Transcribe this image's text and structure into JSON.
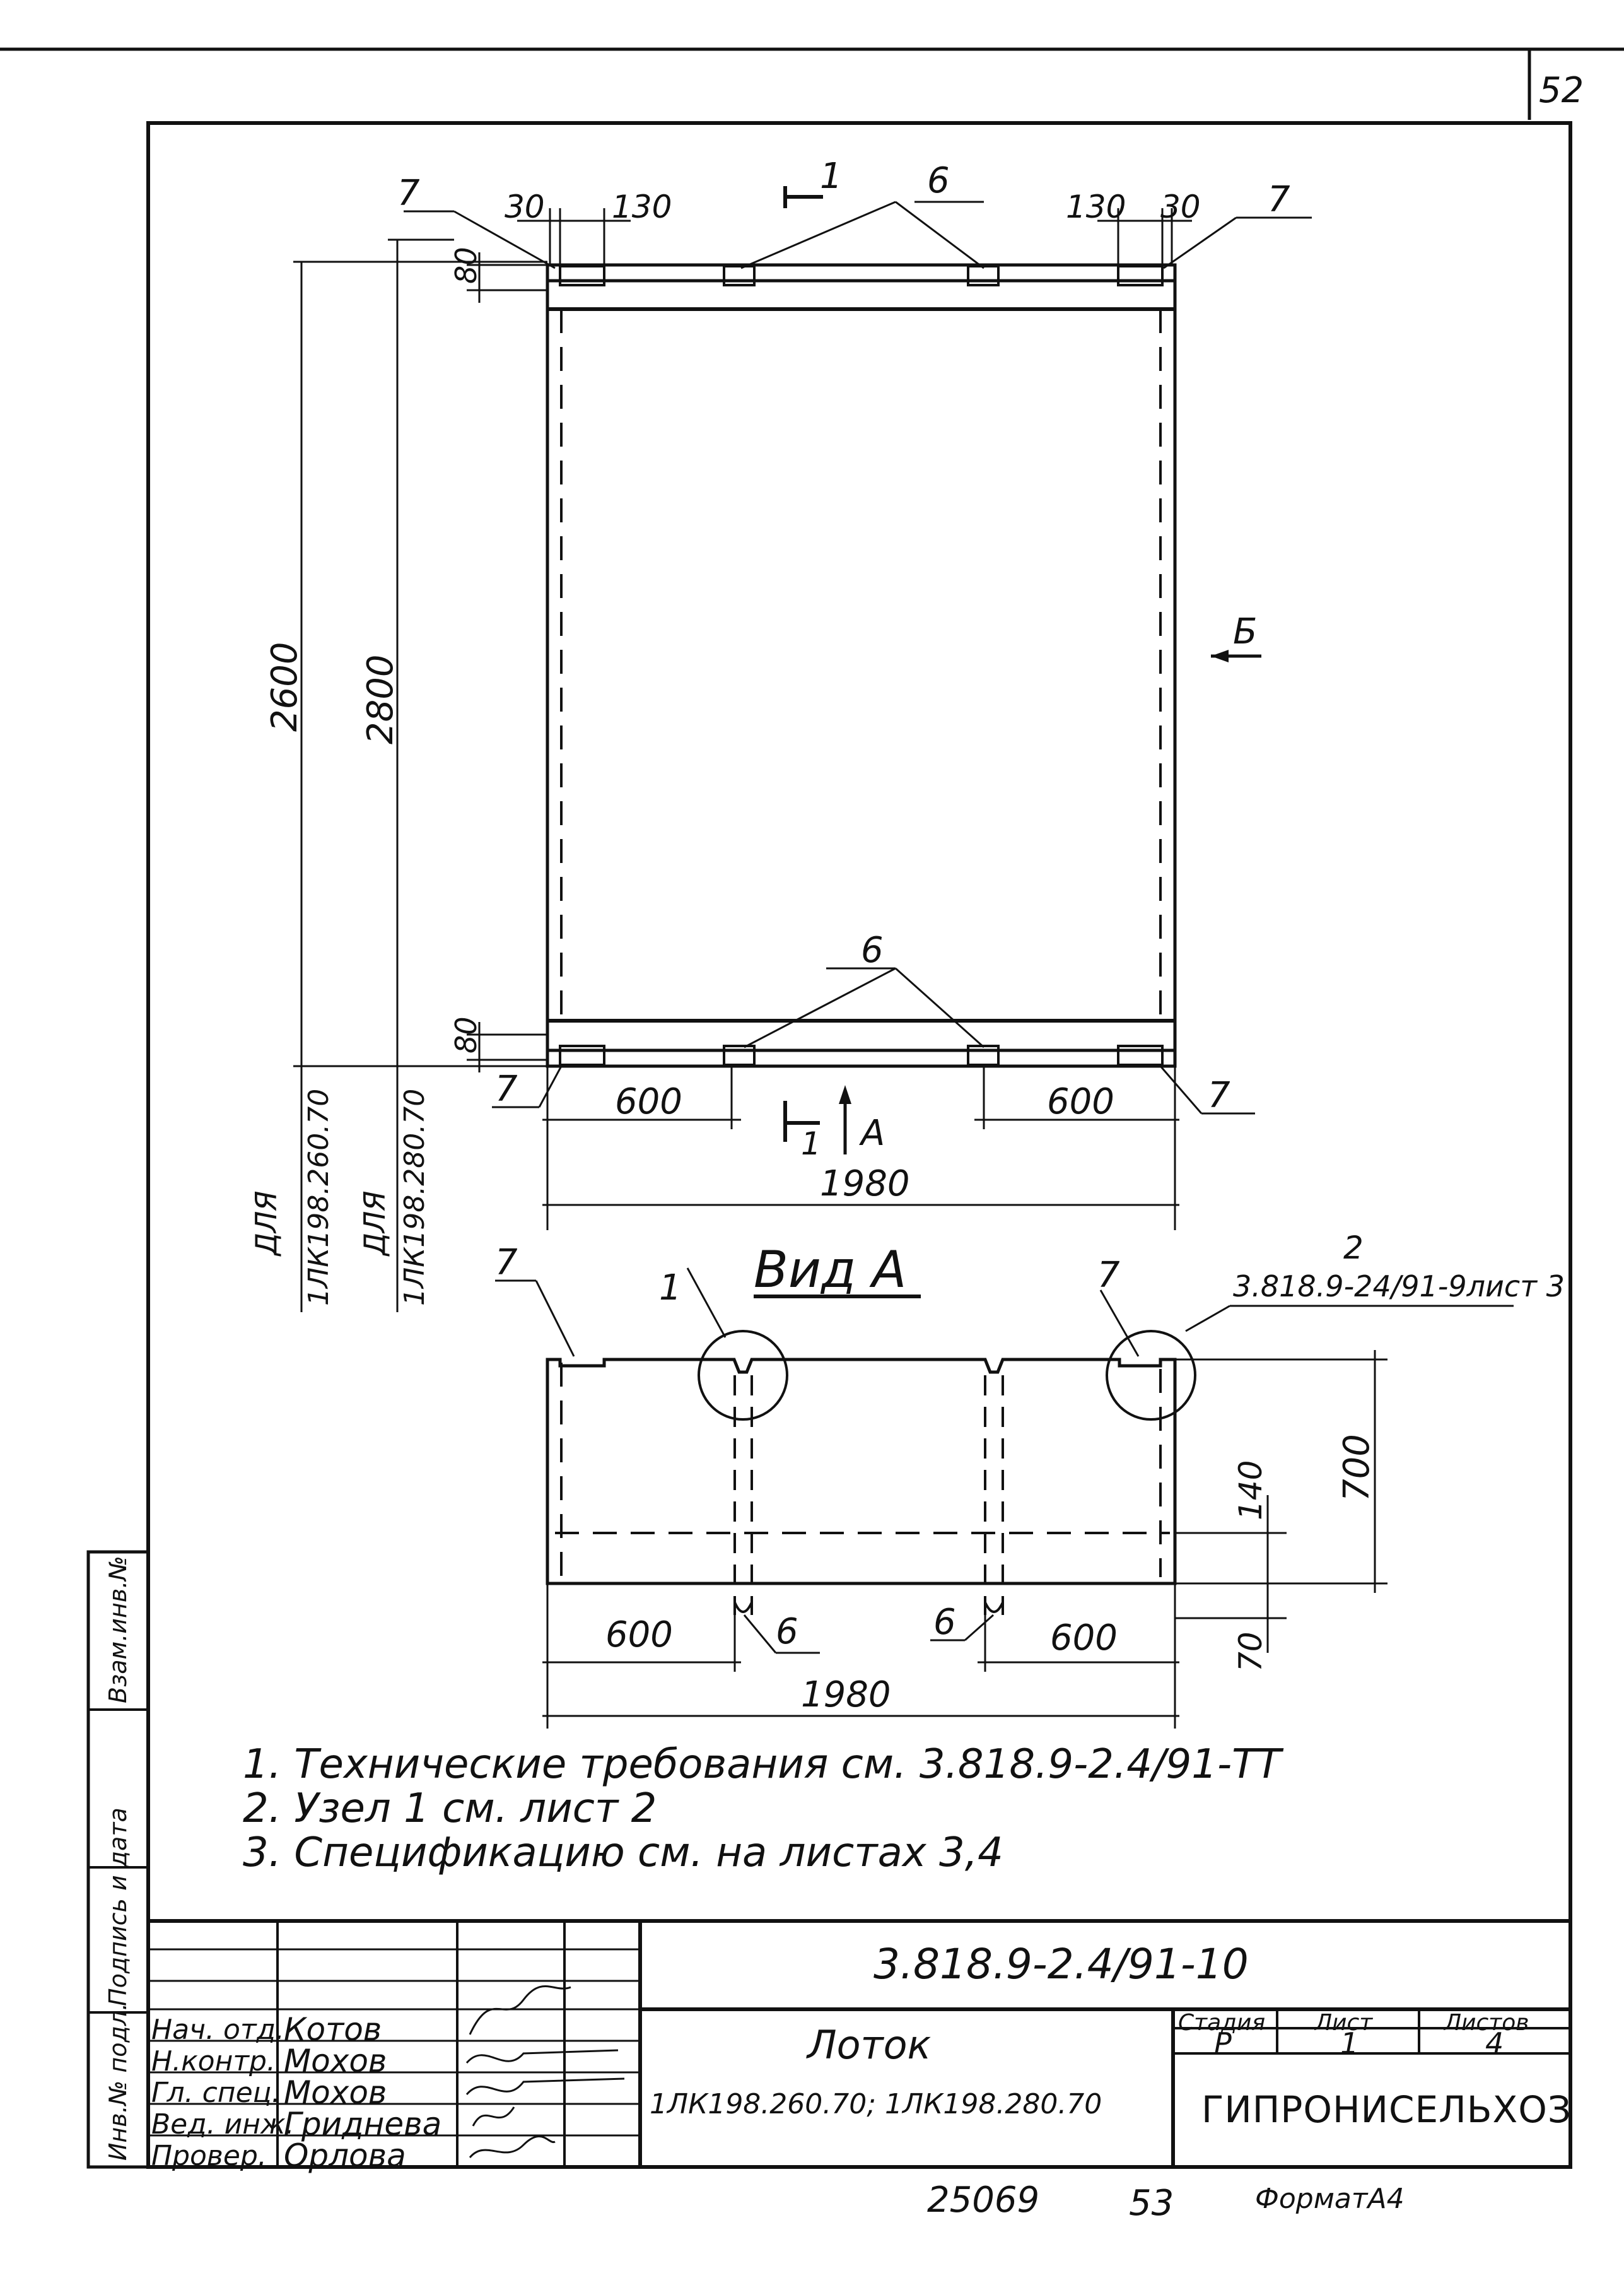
{
  "page": {
    "sheet_number": "52",
    "bottom_code": "25069",
    "bottom_page": "53",
    "format_label": "ФорматА4"
  },
  "top_view": {
    "section_mark": "1",
    "dim_30_left": "30",
    "dim_130_left": "130",
    "dim_130_right": "130",
    "dim_30_right": "30",
    "pos_7": "7",
    "pos_6": "6",
    "dim_80_top": "80",
    "dim_80_bottom": "80",
    "dim_2600": "2600",
    "dim_2800": "2800",
    "label_for_260": "ДЛЯ",
    "model_260": "1ЛК198.260.70",
    "label_for_280": "ДЛЯ",
    "model_280": "1ЛК198.280.70",
    "dim_600_left": "600",
    "dim_600_right": "600",
    "dim_1980": "1980",
    "section_label": "1",
    "view_arrow_a": "А",
    "view_arrow_b": "Б"
  },
  "view_a": {
    "title": "Вид А",
    "callout_1": "1",
    "callout_2": "2",
    "callout_2_ref": "3.818.9-24/91-9лист 3",
    "pos_7": "7",
    "pos_6": "6",
    "dim_700": "700",
    "dim_140": "140",
    "dim_70": "70",
    "dim_600_left": "600",
    "dim_600_right": "600",
    "dim_1980": "1980"
  },
  "notes": [
    "1. Технические требования см. 3.818.9-2.4/91-ТТ",
    "2. Узел 1 см. лист 2",
    "3. Спецификацию см.  на листах 3,4"
  ],
  "side_stamps": [
    "Инв.№ подл.",
    "Подпись и дата",
    "Взам.инв.№"
  ],
  "title_block": {
    "doc_code": "3.818.9-2.4/91-10",
    "roles": [
      {
        "role": "Нач. отд.",
        "name": "Котов"
      },
      {
        "role": "Н.контр.",
        "name": "Мохов"
      },
      {
        "role": "Гл. спец.",
        "name": "Мохов"
      },
      {
        "role": "Вед. инж.",
        "name": "Гриднева"
      },
      {
        "role": "Провер.",
        "name": "Орлова"
      }
    ],
    "product_name": "Лоток",
    "product_models": "1ЛК198.260.70; 1ЛК198.280.70",
    "stage_header": "Стадия",
    "sheet_header": "Лист",
    "sheets_header": "Листов",
    "stage_value": "Р",
    "sheet_value": "1",
    "sheets_value": "4",
    "organization": "ГИПРОНИСЕЛЬХОЗ"
  }
}
